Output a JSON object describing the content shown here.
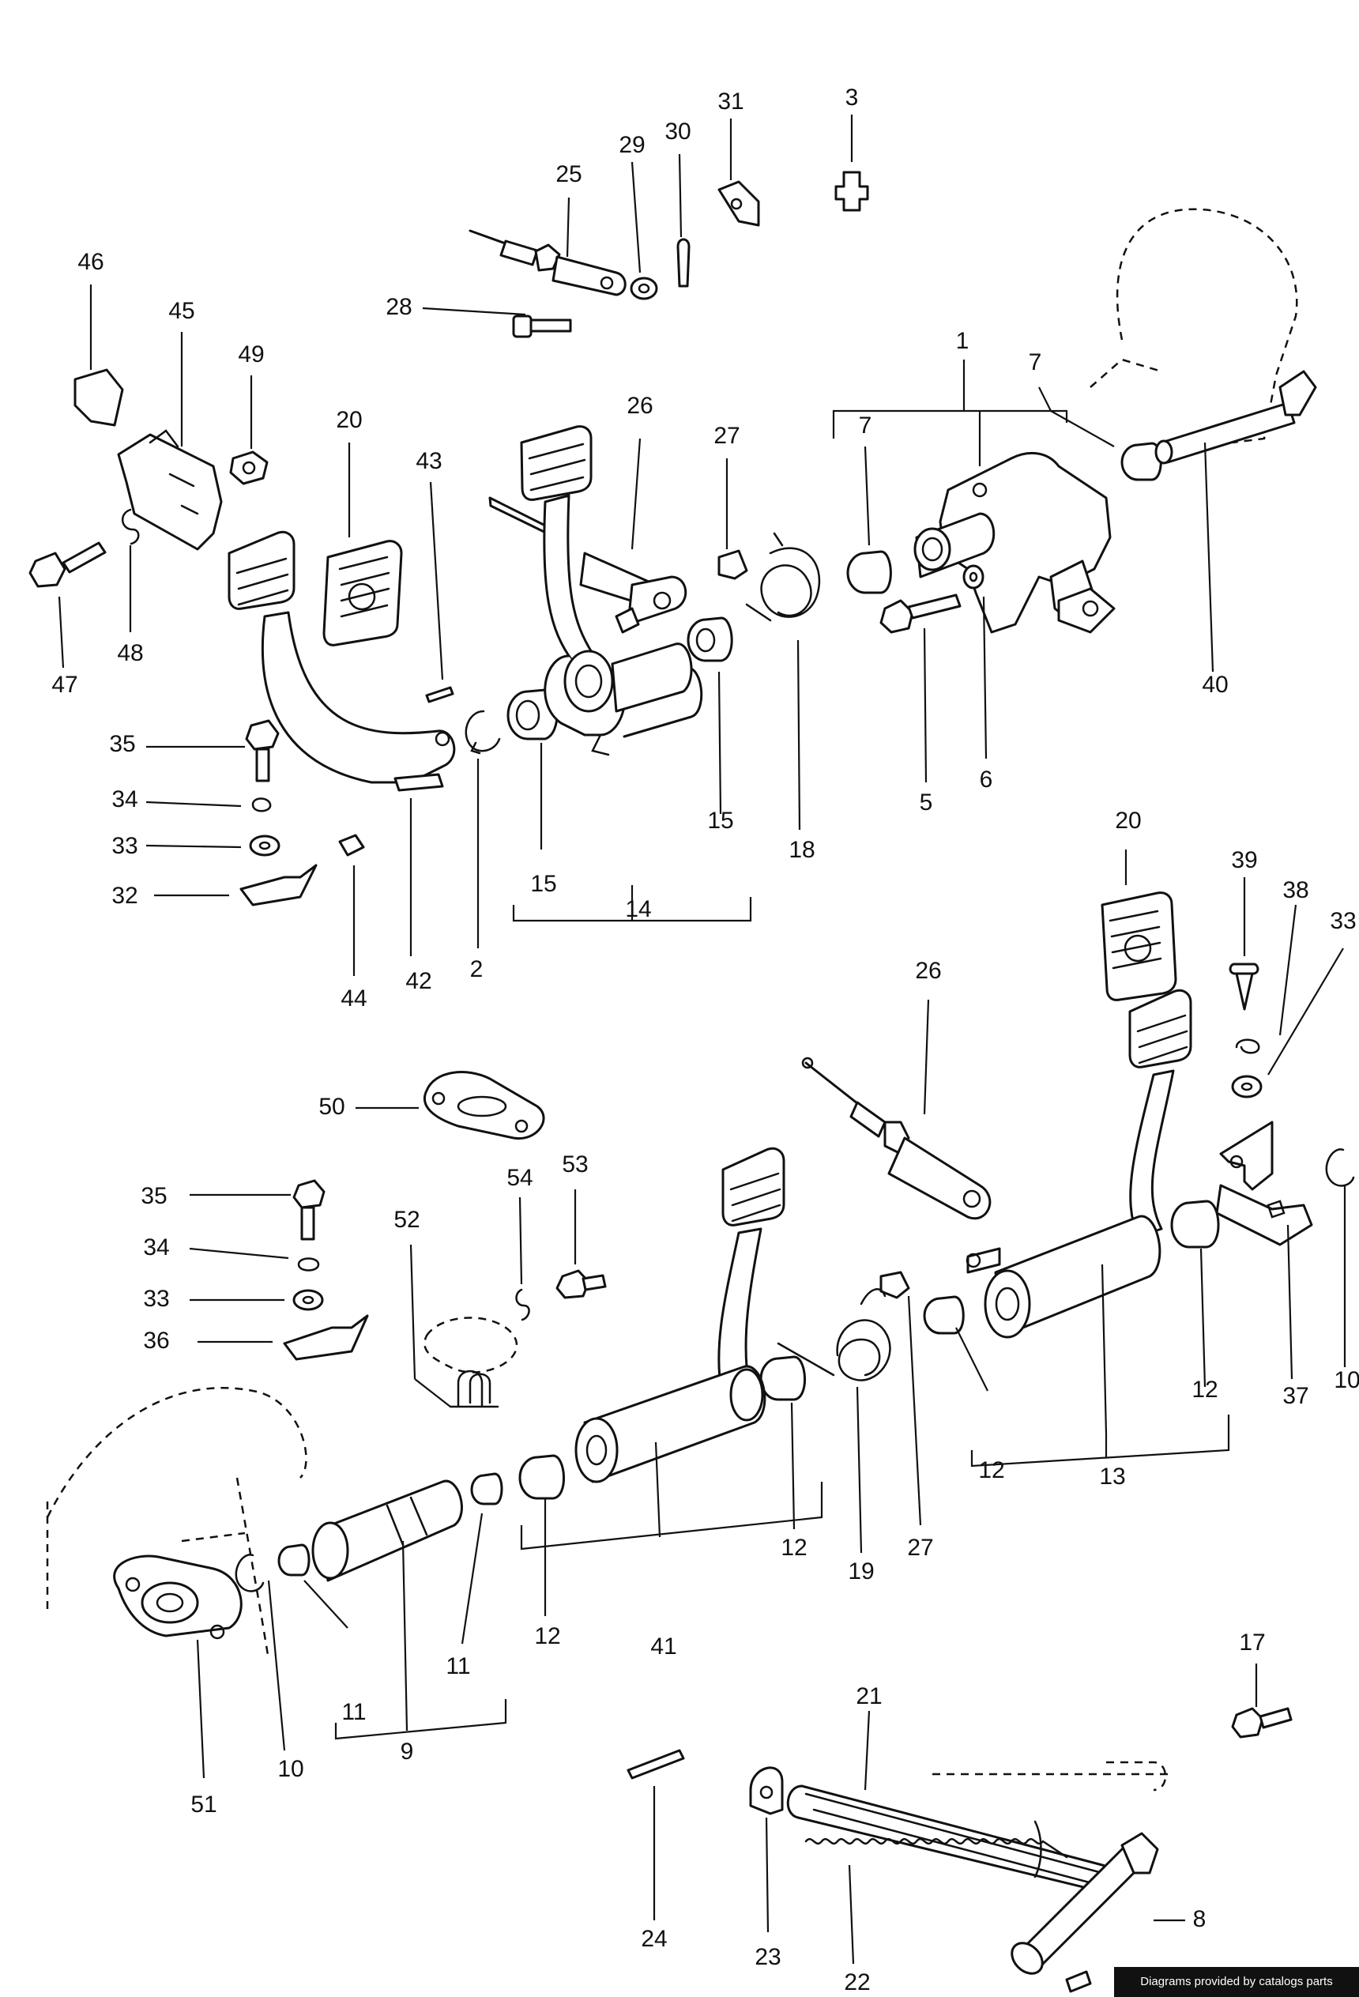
{
  "caption": "Diagrams provided by catalogs parts",
  "callouts": [
    {
      "id": "c31",
      "label": "31"
    },
    {
      "id": "c3",
      "label": "3"
    },
    {
      "id": "c29",
      "label": "29"
    },
    {
      "id": "c30",
      "label": "30"
    },
    {
      "id": "c25",
      "label": "25"
    },
    {
      "id": "c28",
      "label": "28"
    },
    {
      "id": "c46",
      "label": "46"
    },
    {
      "id": "c45",
      "label": "45"
    },
    {
      "id": "c49",
      "label": "49"
    },
    {
      "id": "c20a",
      "label": "20"
    },
    {
      "id": "c43",
      "label": "43"
    },
    {
      "id": "c26a",
      "label": "26"
    },
    {
      "id": "c27a",
      "label": "27"
    },
    {
      "id": "c1",
      "label": "1"
    },
    {
      "id": "c7a",
      "label": "7"
    },
    {
      "id": "c7b",
      "label": "7"
    },
    {
      "id": "c40",
      "label": "40"
    },
    {
      "id": "c47",
      "label": "47"
    },
    {
      "id": "c48",
      "label": "48"
    },
    {
      "id": "c35a",
      "label": "35"
    },
    {
      "id": "c34a",
      "label": "34"
    },
    {
      "id": "c33a",
      "label": "33"
    },
    {
      "id": "c32",
      "label": "32"
    },
    {
      "id": "c44",
      "label": "44"
    },
    {
      "id": "c42",
      "label": "42"
    },
    {
      "id": "c2",
      "label": "2"
    },
    {
      "id": "c15a",
      "label": "15"
    },
    {
      "id": "c15b",
      "label": "15"
    },
    {
      "id": "c14",
      "label": "14"
    },
    {
      "id": "c18",
      "label": "18"
    },
    {
      "id": "c5",
      "label": "5"
    },
    {
      "id": "c6",
      "label": "6"
    },
    {
      "id": "c20b",
      "label": "20"
    },
    {
      "id": "c39",
      "label": "39"
    },
    {
      "id": "c38",
      "label": "38"
    },
    {
      "id": "c33b",
      "label": "33"
    },
    {
      "id": "c26b",
      "label": "26"
    },
    {
      "id": "c50",
      "label": "50"
    },
    {
      "id": "c35b",
      "label": "35"
    },
    {
      "id": "c34b",
      "label": "34"
    },
    {
      "id": "c33c",
      "label": "33"
    },
    {
      "id": "c36",
      "label": "36"
    },
    {
      "id": "c54",
      "label": "54"
    },
    {
      "id": "c53",
      "label": "53"
    },
    {
      "id": "c52",
      "label": "52"
    },
    {
      "id": "c10a",
      "label": "10"
    },
    {
      "id": "c37",
      "label": "37"
    },
    {
      "id": "c12a",
      "label": "12"
    },
    {
      "id": "c12b",
      "label": "12"
    },
    {
      "id": "c13",
      "label": "13"
    },
    {
      "id": "c27b",
      "label": "27"
    },
    {
      "id": "c19",
      "label": "19"
    },
    {
      "id": "c12c",
      "label": "12"
    },
    {
      "id": "c12d",
      "label": "12"
    },
    {
      "id": "c41",
      "label": "41"
    },
    {
      "id": "c11a",
      "label": "11"
    },
    {
      "id": "c11b",
      "label": "11"
    },
    {
      "id": "c9",
      "label": "9"
    },
    {
      "id": "c10b",
      "label": "10"
    },
    {
      "id": "c51",
      "label": "51"
    },
    {
      "id": "c17",
      "label": "17"
    },
    {
      "id": "c21",
      "label": "21"
    },
    {
      "id": "c24",
      "label": "24"
    },
    {
      "id": "c23",
      "label": "23"
    },
    {
      "id": "c22",
      "label": "22"
    },
    {
      "id": "c8",
      "label": "8"
    }
  ]
}
